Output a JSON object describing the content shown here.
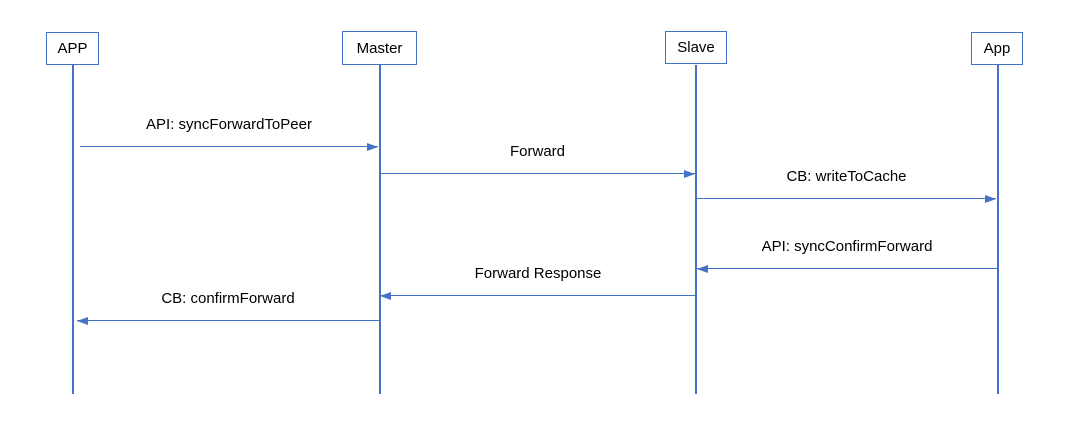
{
  "diagram": {
    "type": "sequence-diagram",
    "colors": {
      "line": "#4472C4",
      "text": "#000000",
      "background": "#FFFFFF"
    },
    "actors": [
      {
        "name": "APP"
      },
      {
        "name": "Master"
      },
      {
        "name": "Slave"
      },
      {
        "name": "App"
      }
    ],
    "messages": [
      {
        "label": "API: syncForwardToPeer",
        "from": "APP",
        "to": "Master",
        "direction": "right"
      },
      {
        "label": "Forward",
        "from": "Master",
        "to": "Slave",
        "direction": "right"
      },
      {
        "label": "CB: writeToCache",
        "from": "Slave",
        "to": "App",
        "direction": "right"
      },
      {
        "label": "API: syncConfirmForward",
        "from": "App",
        "to": "Slave",
        "direction": "left"
      },
      {
        "label": "Forward Response",
        "from": "Slave",
        "to": "Master",
        "direction": "left"
      },
      {
        "label": "CB: confirmForward",
        "from": "Master",
        "to": "APP",
        "direction": "left"
      }
    ]
  }
}
